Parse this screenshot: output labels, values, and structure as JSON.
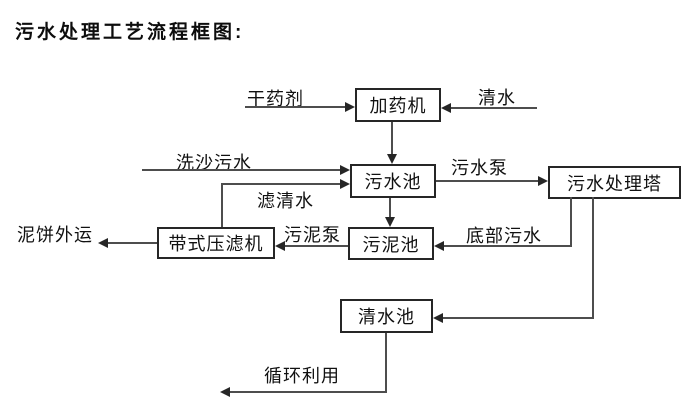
{
  "title": "污水处理工艺流程框图:",
  "nodes": {
    "dosing_machine": "加药机",
    "sewage_pool": "污水池",
    "treatment_tower": "污水处理塔",
    "sludge_pool": "污泥池",
    "belt_filter_press": "带式压滤机",
    "clean_water_pool": "清水池"
  },
  "edge_labels": {
    "dry_agent": "干药剂",
    "clean_water": "清水",
    "sand_washing_sewage": "洗沙污水",
    "sewage_pump": "污水泵",
    "filtered_water": "滤清水",
    "sludge_pump": "污泥泵",
    "bottom_sewage": "底部污水",
    "mud_cake_outbound": "泥饼外运",
    "recycling": "循环利用"
  },
  "colors": {
    "background": "#ffffff",
    "line": "#4d4d4d",
    "box_border": "#262626",
    "text": "#111111"
  }
}
